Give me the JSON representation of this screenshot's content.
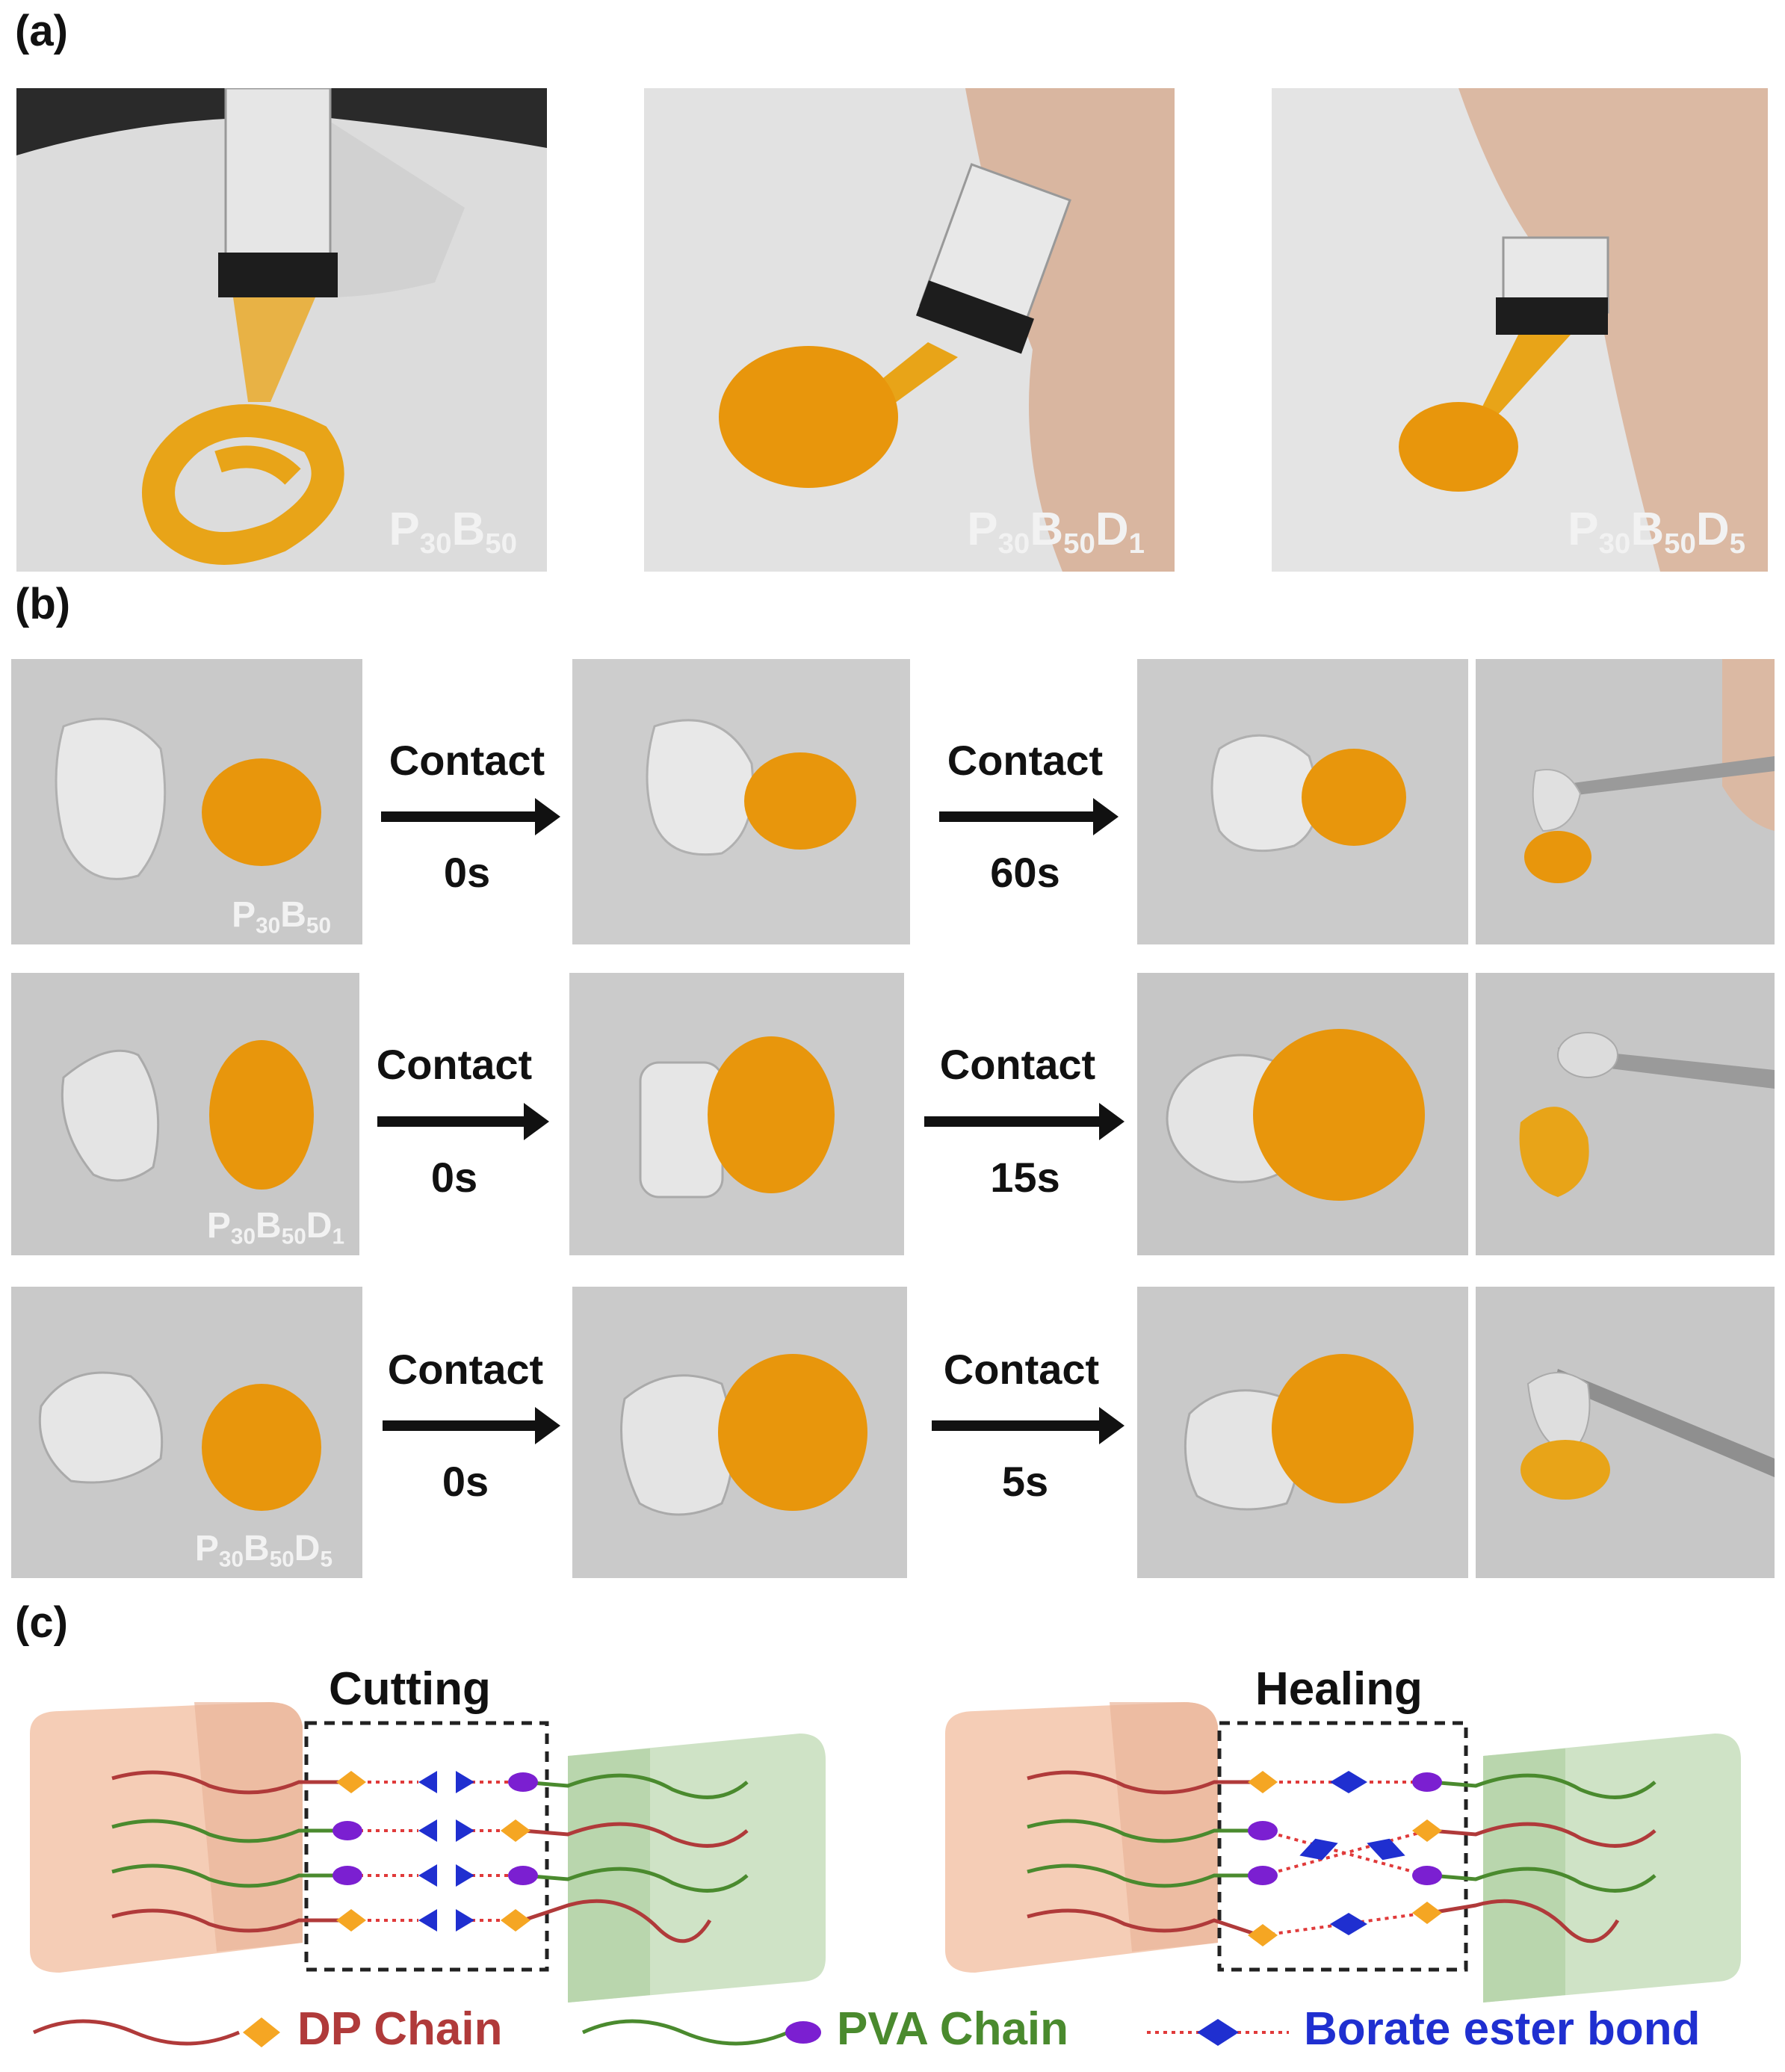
{
  "panels": {
    "a": "(a)",
    "b": "(b)",
    "c": "(c)"
  },
  "samples": {
    "s1": {
      "base": "P",
      "n1": "30",
      "b": "B",
      "n2": "50",
      "d": "",
      "n3": ""
    },
    "s2": {
      "base": "P",
      "n1": "30",
      "b": "B",
      "n2": "50",
      "d": "D",
      "n3": "1"
    },
    "s3": {
      "base": "P",
      "n1": "30",
      "b": "B",
      "n2": "50",
      "d": "D",
      "n3": "5"
    }
  },
  "contact_label": "Contact",
  "rows": [
    {
      "time1": "0s",
      "time2": "60s"
    },
    {
      "time1": "0s",
      "time2": "15s"
    },
    {
      "time1": "0s",
      "time2": "5s"
    }
  ],
  "schematic": {
    "cutting": "Cutting",
    "healing": "Healing"
  },
  "legend": {
    "dp": "DP Chain",
    "pva": "PVA Chain",
    "borate": "Borate ester bond"
  },
  "colors": {
    "dp": "#b03a3a",
    "pva": "#4a8a2e",
    "borate": "#1f2fd0",
    "orange_gel": "#e8960c",
    "diamond": "#f5a623",
    "ellipse": "#7b1fd1"
  }
}
